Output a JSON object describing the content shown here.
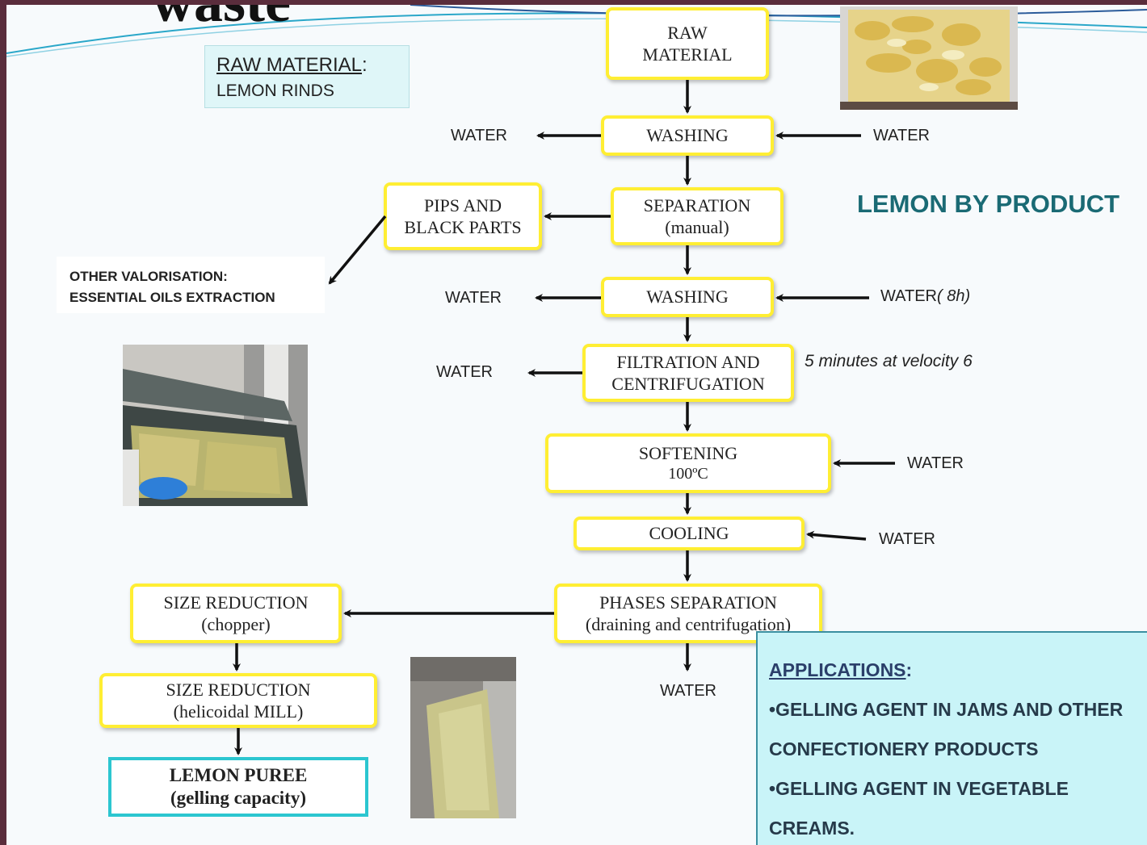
{
  "title": "waste",
  "raw_material": {
    "label": "RAW MATERIAL",
    "colon": ":",
    "value": "LEMON RINDS"
  },
  "by_product_title": "LEMON BY PRODUCT",
  "other_valorisation": {
    "line1": "OTHER VALORISATION:",
    "line2": "ESSENTIAL OILS EXTRACTION"
  },
  "steps": {
    "raw_material": [
      "RAW",
      "MATERIAL"
    ],
    "washing1": [
      "WASHING"
    ],
    "separation": [
      "SEPARATION",
      "(manual)"
    ],
    "pips": [
      "PIPS AND",
      "BLACK PARTS"
    ],
    "washing2": [
      "WASHING"
    ],
    "filtration": [
      "FILTRATION AND",
      "CENTRIFUGATION"
    ],
    "softening": [
      "SOFTENING",
      "100ºC"
    ],
    "cooling": [
      "COOLING"
    ],
    "phases": [
      "PHASES SEPARATION",
      "(draining and centrifugation)"
    ],
    "size1": [
      "SIZE REDUCTION",
      "(chopper)"
    ],
    "size2": [
      "SIZE REDUCTION",
      "(helicoidal MILL)"
    ],
    "puree": [
      "LEMON PUREE",
      "(gelling capacity)"
    ]
  },
  "water_labels": {
    "w1_out": "WATER",
    "w1_in": "WATER",
    "w2_out": "WATER",
    "w2_in": "WATER",
    "w2_in_note": "( 8h)",
    "w3_out": "WATER",
    "w4_in": "WATER",
    "w5_in": "WATER",
    "w6_out": "WATER"
  },
  "filtration_note": "5 minutes at velocity 6",
  "applications": {
    "heading": "APPLICATIONS",
    "colon": ":",
    "items": [
      "•GELLING AGENT IN  JAMS AND OTHER",
      "CONFECTIONERY PRODUCTS",
      "•GELLING AGENT IN VEGETABLE",
      "CREAMS."
    ]
  },
  "icons": [
    "lemon-rinds-photo",
    "vacuum-sealer-photo",
    "lemon-puree-photo"
  ]
}
